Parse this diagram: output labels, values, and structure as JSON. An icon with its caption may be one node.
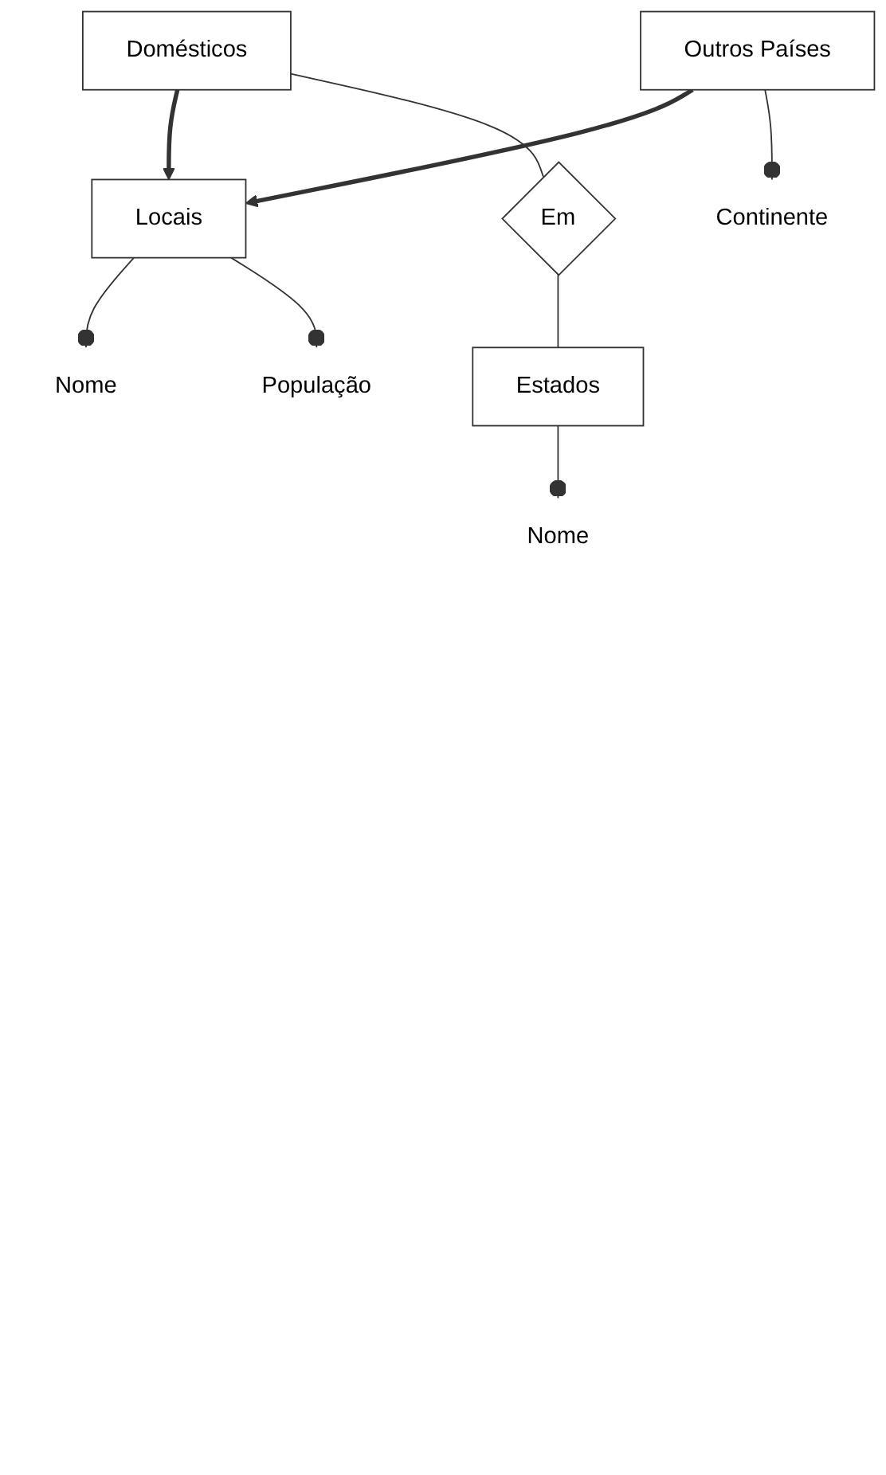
{
  "diagram": {
    "nodes": [
      {
        "text": [
          "Locais"
        ]
      },
      {
        "text": [
          "Nome"
        ]
      },
      {
        "text": [
          "População"
        ]
      },
      {
        "text": [
          "Domésticos"
        ]
      },
      {
        "text": [
          "Outros Países"
        ]
      },
      {
        "text": [
          "Continente"
        ]
      },
      {
        "text": [
          "Em"
        ]
      },
      {
        "text": [
          "Estados"
        ]
      },
      {
        "text": [
          "Nome"
        ]
      }
    ],
    "edges": [
      {
        "from": 0,
        "to": 1,
        "arrow": "other"
      },
      {
        "from": 0,
        "to": 2,
        "arrow": "other"
      },
      {
        "from": 3,
        "to": 0,
        "arrow": "to",
        "style": "thick"
      },
      {
        "from": 4,
        "to": 0,
        "arrow": "to",
        "style": "thick"
      },
      {
        "from": 4,
        "to": 5,
        "arrow": "other"
      },
      {
        "from": 3,
        "to": 6,
        "arrow": "none"
      },
      {
        "from": 6,
        "to": 7,
        "arrow": "none"
      },
      {
        "from": 7,
        "to": 8,
        "arrow": "other"
      }
    ]
  }
}
